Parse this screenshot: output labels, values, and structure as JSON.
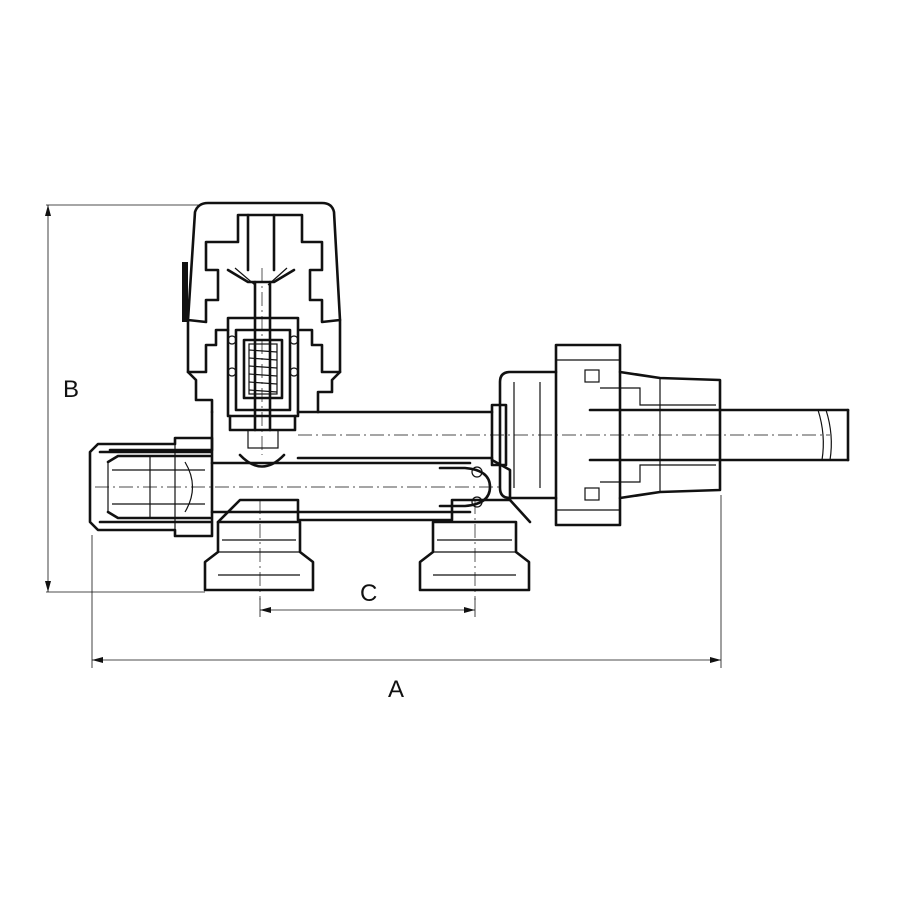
{
  "dimensions": {
    "A": "A",
    "B": "B",
    "C": "C"
  },
  "colors": {
    "line": "#111111",
    "background": "#ffffff"
  }
}
